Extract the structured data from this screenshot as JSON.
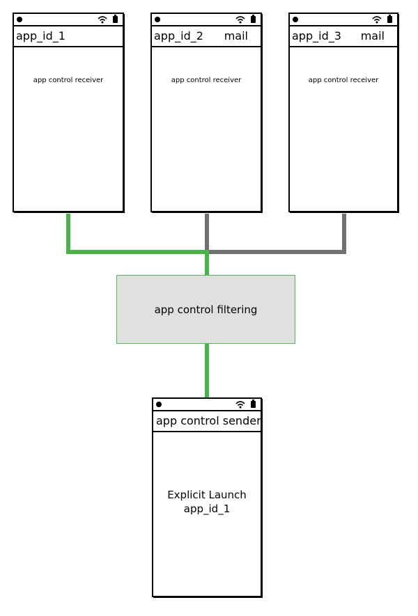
{
  "colors": {
    "selected_connector": "#4cb34c",
    "unselected_connector": "#707070",
    "filter_fill": "#e0e0e0",
    "filter_border": "#58b358"
  },
  "receivers": [
    {
      "app_id": "app_id_1",
      "operation": "",
      "body": "app control receiver"
    },
    {
      "app_id": "app_id_2",
      "operation": "mail",
      "body": "app control receiver"
    },
    {
      "app_id": "app_id_3",
      "operation": "mail",
      "body": "app control receiver"
    }
  ],
  "filter": {
    "label": "app control filtering"
  },
  "sender": {
    "title": "app control sender",
    "body_line1": "Explicit Launch",
    "body_line2": "app_id_1"
  },
  "icons": {
    "status_dot": "status-dot-icon",
    "wifi": "wifi-icon",
    "battery": "battery-icon"
  }
}
